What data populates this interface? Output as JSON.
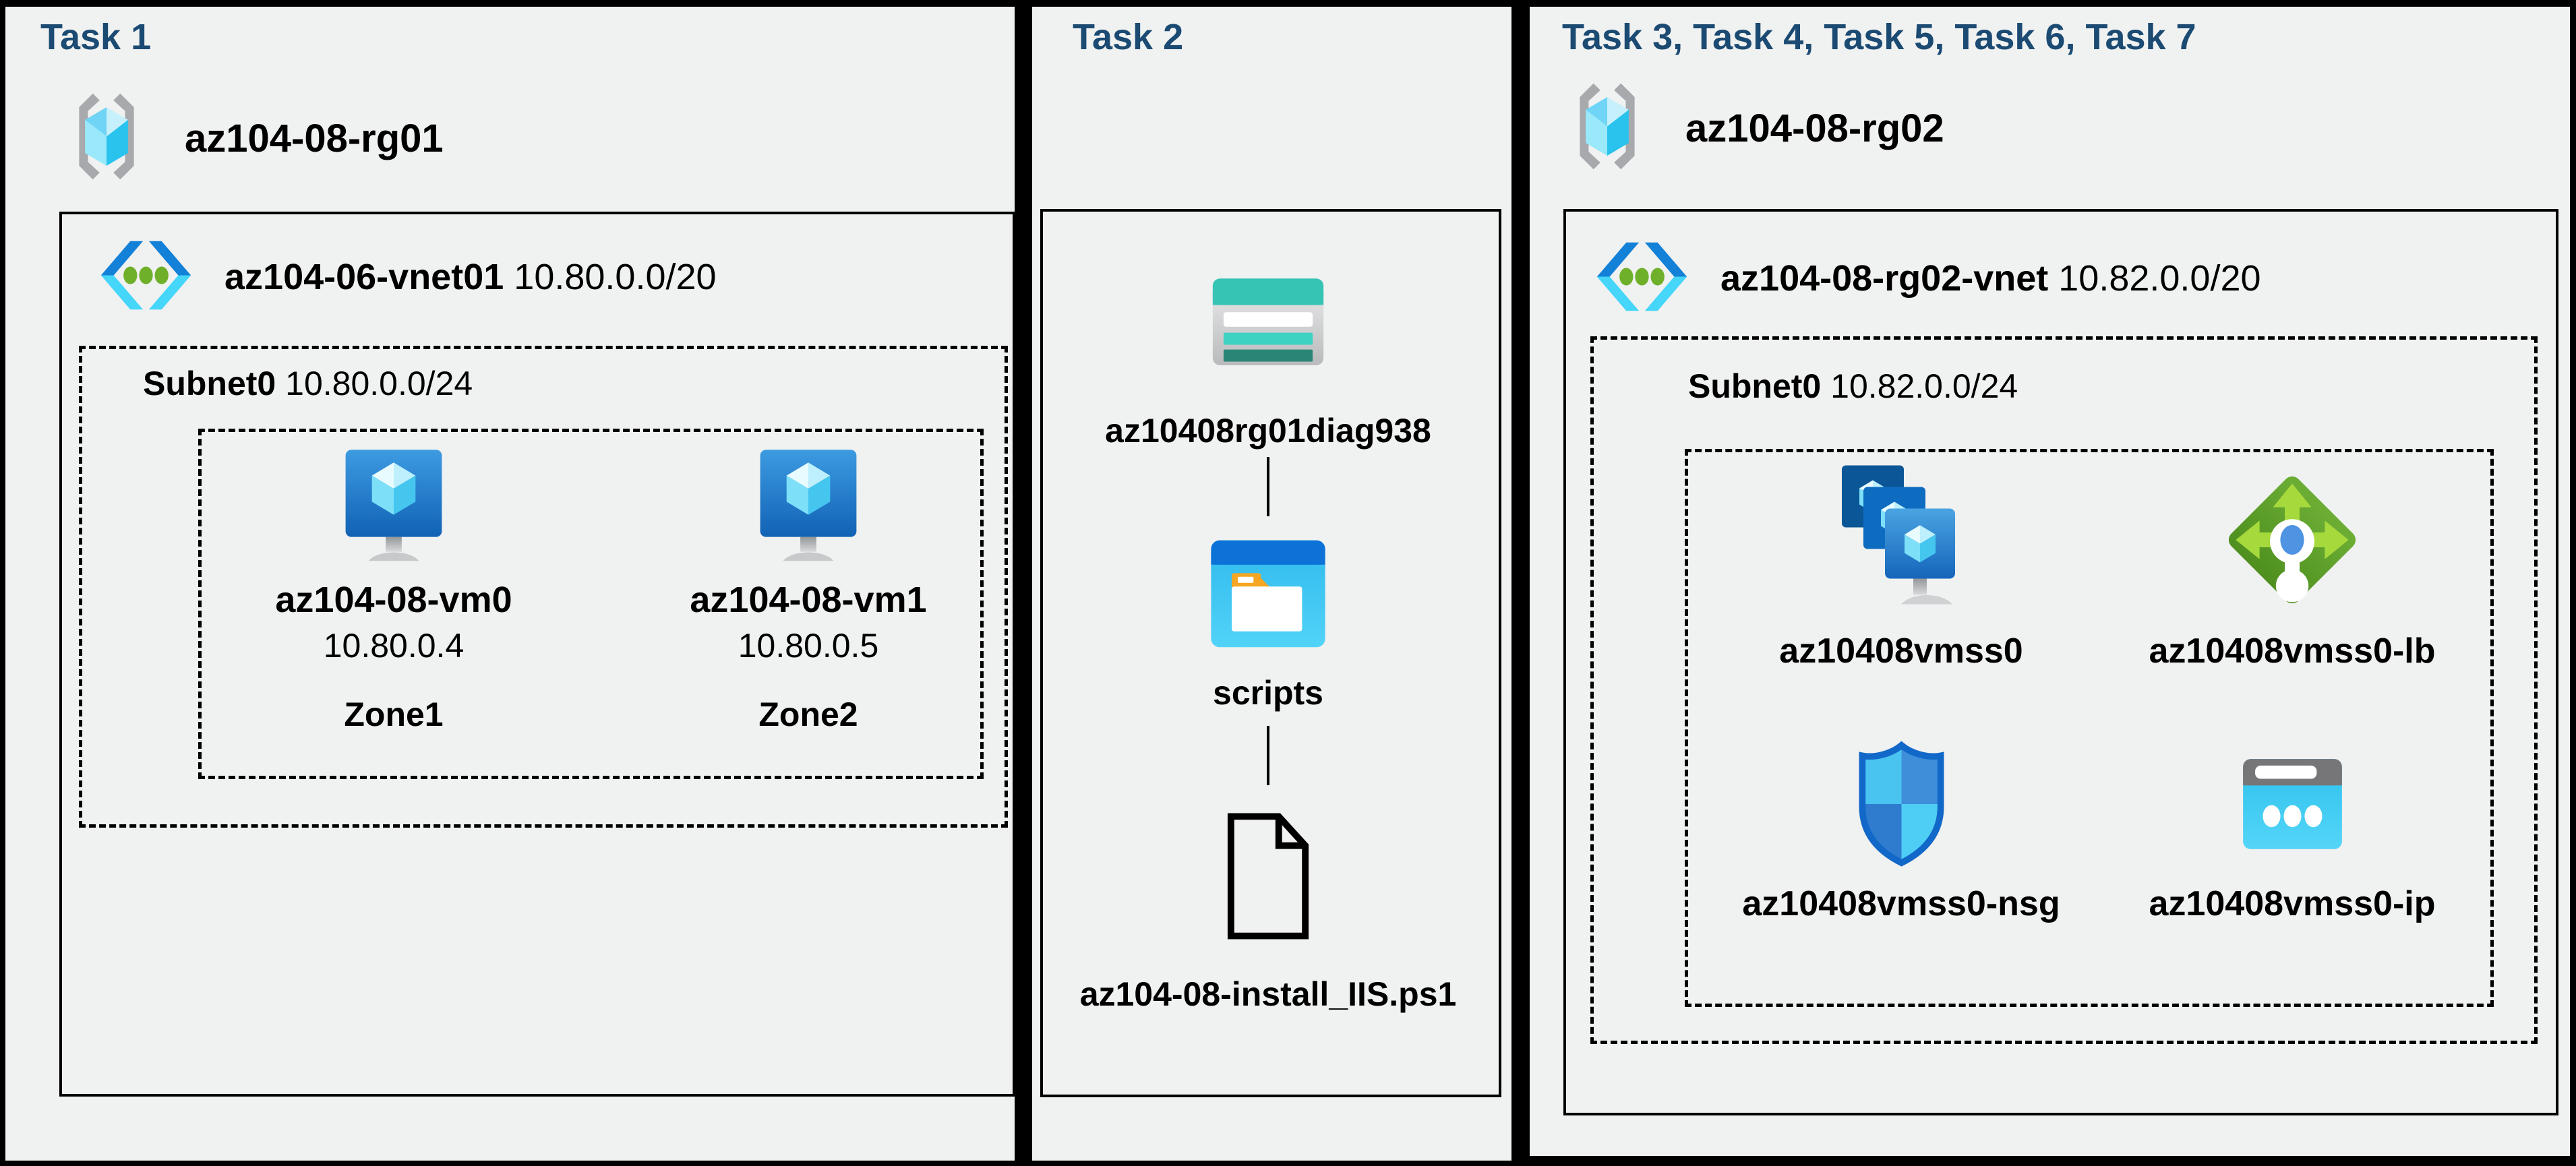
{
  "colors": {
    "page_background": "#000000",
    "panel_background": "#f0f1f1",
    "task_title": "#1b4a72"
  },
  "panels": {
    "task1": {
      "title": "Task 1",
      "resource_group": "az104-08-rg01",
      "vnet_name": "az104-06-vnet01",
      "vnet_cidr": "10.80.0.0/20",
      "subnet_name": "Subnet0",
      "subnet_cidr": "10.80.0.0/24",
      "vms": [
        {
          "name": "az104-08-vm0",
          "ip": "10.80.0.4",
          "zone": "Zone1"
        },
        {
          "name": "az104-08-vm1",
          "ip": "10.80.0.5",
          "zone": "Zone2"
        }
      ]
    },
    "task2": {
      "title": "Task 2",
      "storage_account": "az10408rg01diag938",
      "container": "scripts",
      "file": "az104-08-install_IIS.ps1"
    },
    "task3": {
      "title": "Task 3, Task 4, Task 5, Task 6, Task 7",
      "resource_group": "az104-08-rg02",
      "vnet_name": "az104-08-rg02-vnet",
      "vnet_cidr": "10.82.0.0/20",
      "subnet_name": "Subnet0",
      "subnet_cidr": "10.82.0.0/24",
      "resources": [
        {
          "name": "az10408vmss0"
        },
        {
          "name": "az10408vmss0-lb"
        },
        {
          "name": "az10408vmss0-nsg"
        },
        {
          "name": "az10408vmss0-ip"
        }
      ]
    }
  }
}
